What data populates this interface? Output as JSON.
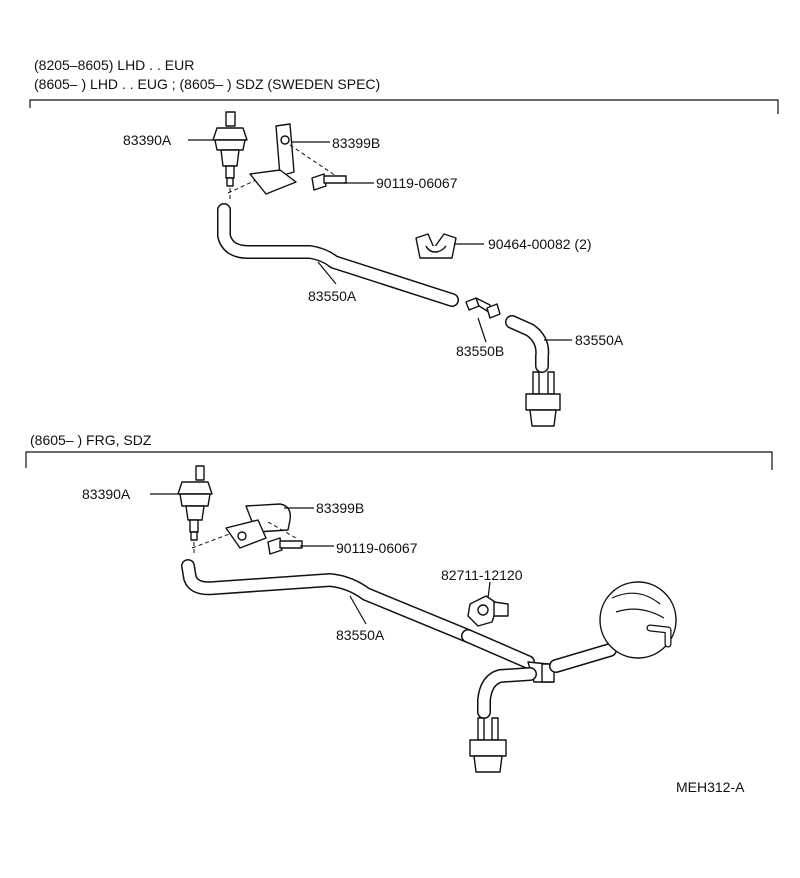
{
  "header_top": {
    "line1": "(8205–8605) LHD . . EUR",
    "line2": "(8605–         ) LHD . . EUG ;  (8605–         ) SDZ (SWEDEN SPEC)"
  },
  "header_bottom": {
    "line1": "(8605–         ) FRG, SDZ"
  },
  "top_labels": {
    "sensor": "83390A",
    "bracket": "83399B",
    "bolt": "90119-06067",
    "clamp": "90464-00082 (2)",
    "hose_main": "83550A",
    "joint": "83550B",
    "hose_end": "83550A"
  },
  "bottom_labels": {
    "sensor": "83390A",
    "bracket": "83399B",
    "bolt": "90119-06067",
    "clamp": "82711-12120",
    "hose_main": "83550A"
  },
  "figure_code": "MEH312-A"
}
